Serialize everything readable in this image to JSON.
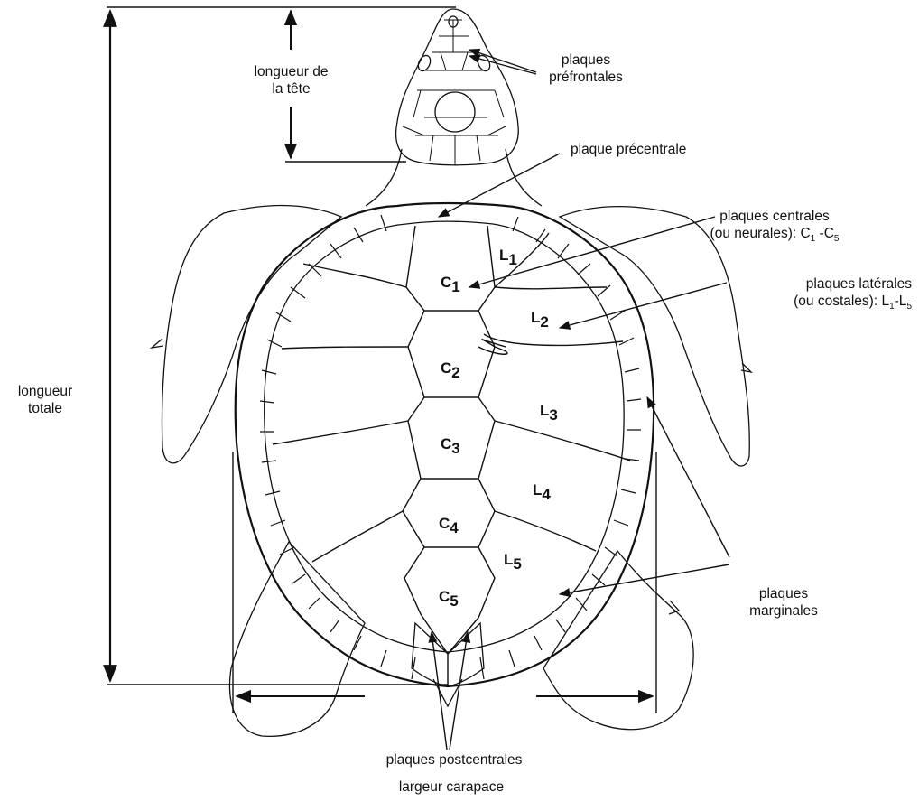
{
  "labels": {
    "head_length_l1": "longueur de",
    "head_length_l2": "la tête",
    "prefrontal_l1": "plaques",
    "prefrontal_l2": "préfrontales",
    "precentral": "plaque précentrale",
    "central_l1": "plaques centrales",
    "central_l2_a": "(ou neurales): C",
    "central_l2_b": "1",
    "central_l2_c": " -C",
    "central_l2_d": "5",
    "lateral_l1": "plaques latérales",
    "lateral_l2_a": "(ou costales): L",
    "lateral_l2_b": "1",
    "lateral_l2_c": "-L",
    "lateral_l2_d": "5",
    "total_length_l1": "longueur",
    "total_length_l2": "totale",
    "marginal_l1": "plaques",
    "marginal_l2": "marginales",
    "postcentral": "plaques postcentrales",
    "carapace_width": "largeur carapace"
  },
  "plates": {
    "central": [
      {
        "letter": "C",
        "num": "1"
      },
      {
        "letter": "C",
        "num": "2"
      },
      {
        "letter": "C",
        "num": "3"
      },
      {
        "letter": "C",
        "num": "4"
      },
      {
        "letter": "C",
        "num": "5"
      }
    ],
    "lateral": [
      {
        "letter": "L",
        "num": "1"
      },
      {
        "letter": "L",
        "num": "2"
      },
      {
        "letter": "L",
        "num": "3"
      },
      {
        "letter": "L",
        "num": "4"
      },
      {
        "letter": "L",
        "num": "5"
      }
    ]
  }
}
